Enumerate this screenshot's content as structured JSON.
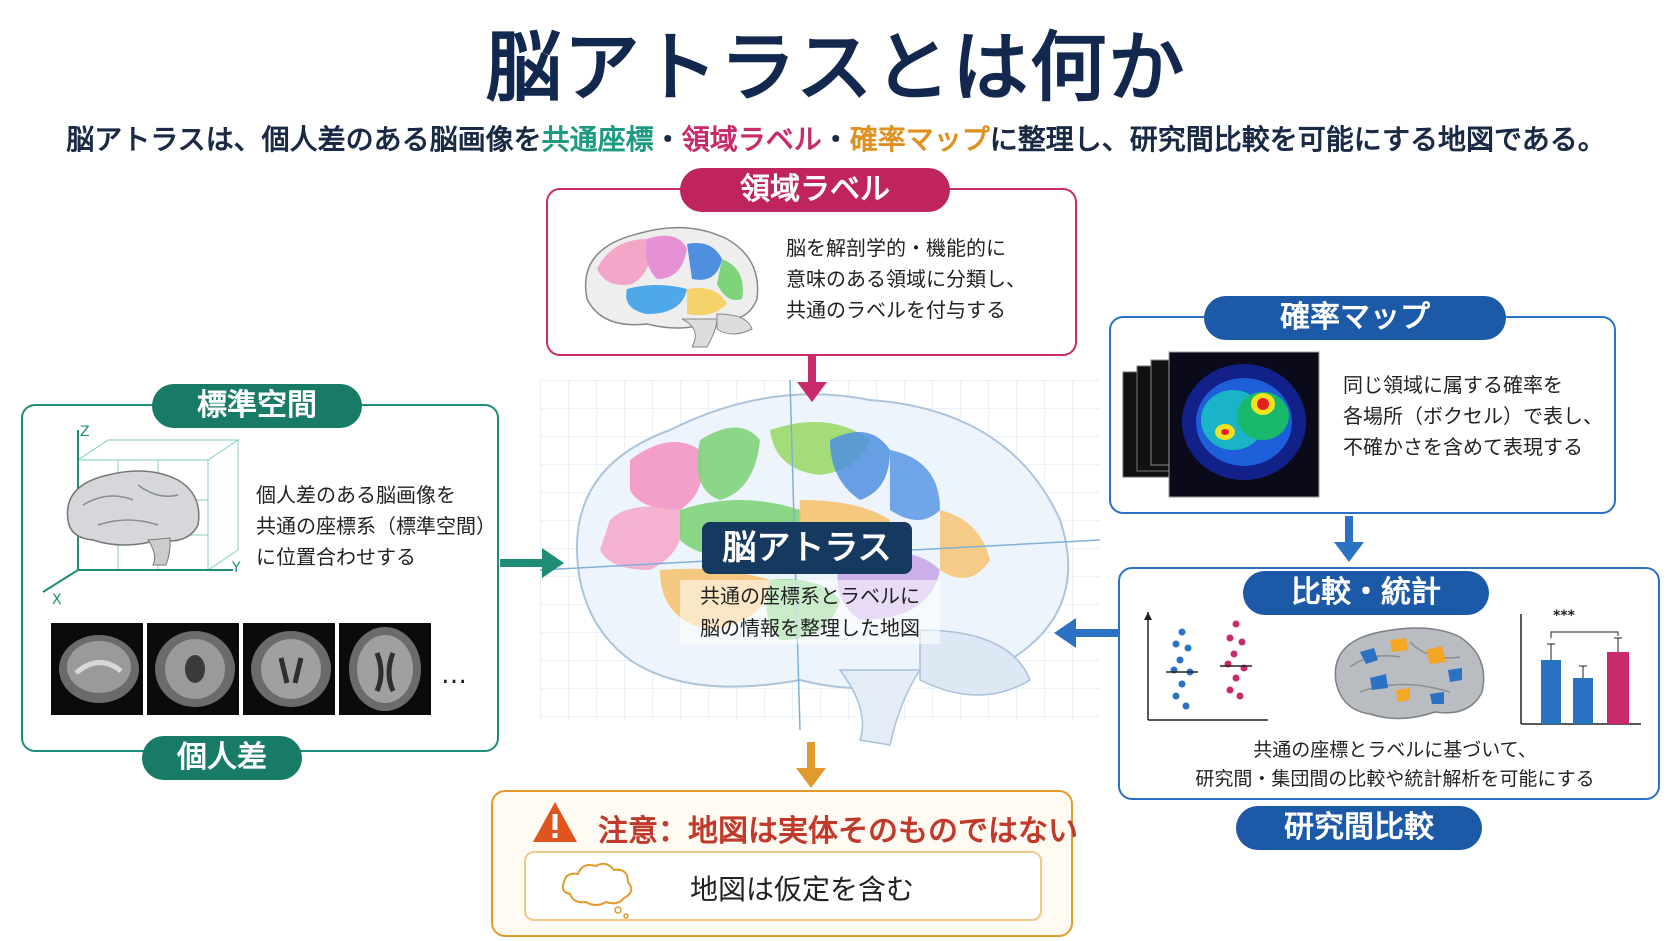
{
  "title": "脳アトラスとは何か",
  "subtitle": {
    "part1": "脳アトラスは、個人差のある脳画像を",
    "term1": "共通座標",
    "sep1": "・",
    "term2": "領域ラベル",
    "sep2": "・",
    "term3": "確率マップ",
    "part2": "に整理し、研究間比較を可能にする地図である。"
  },
  "label_panel": {
    "heading": "領域ラベル",
    "lines": [
      "脳を解剖学的・機能的に",
      "意味のある領域に分類し、",
      "共通のラベルを付与する"
    ]
  },
  "prob_panel": {
    "heading": "確率マップ",
    "lines": [
      "同じ領域に属する確率を",
      "各場所（ボクセル）で表し、",
      "不確かさを含めて表現する"
    ]
  },
  "std_panel": {
    "heading": "標準空間",
    "lines": [
      "個人差のある脳画像を",
      "共通の座標系（標準空間）",
      "に位置合わせする"
    ],
    "axes": {
      "z": "Z",
      "y": "Y",
      "x": "X"
    },
    "ellipsis": "…",
    "bottom_label": "個人差"
  },
  "center": {
    "heading": "脳アトラス",
    "lines": [
      "共通の座標系とラベルに",
      "脳の情報を整理した地図"
    ]
  },
  "compare_panel": {
    "heading": "比較・統計",
    "lines": [
      "共通の座標とラベルに基づいて、",
      "研究間・集団間の比較や統計解析を可能にする"
    ],
    "significance": "***",
    "bottom_label": "研究間比較"
  },
  "warning": {
    "title": "注意：地図は実体そのものではない",
    "inner": "地図は仮定を含む"
  },
  "colors": {
    "teal": "#1f8c78",
    "magenta": "#c92a6b",
    "blue": "#2b71c4",
    "orange": "#e39a2c",
    "navy": "#13284f"
  }
}
